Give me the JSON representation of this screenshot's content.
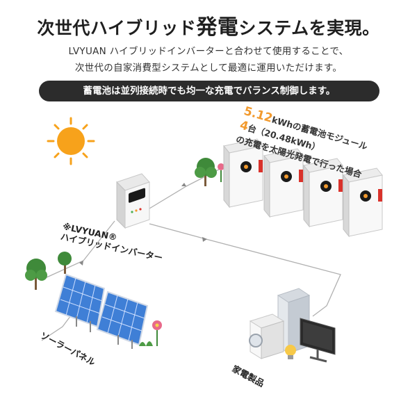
{
  "headline": {
    "part1": "次世代ハイブリッド",
    "part2": "発電",
    "part3": "システムを実現。"
  },
  "subtitle": {
    "line1": "LVYUAN ハイブリッドインバーターと合わせて使用することで、",
    "line2": "次世代の自家消費型システムとして最適に運用いただけます。"
  },
  "banner": "蓄電池は並列接続時でも均一な充電でバランス制御します。",
  "caption": {
    "capacity_value": "5.12",
    "capacity_rest": "kWhの蓄電池モジュール",
    "count_value": "4",
    "count_rest": "台（20.48kWh）",
    "line3": "の充電を太陽光発電で行った場合"
  },
  "inverter_label": {
    "line1": "※LVYUAN®",
    "line2": "ハイブリッドインバーター"
  },
  "solar_label": "ソーラーパネル",
  "appliances_label": "家電製品",
  "brand": "LVYUAN",
  "colors": {
    "accent_orange": "#f29a2e",
    "banner_bg": "#2c2c2c",
    "sun": "#f7a21b",
    "battery_red": "#d9322b",
    "tree_green": "#3f8a3a"
  }
}
